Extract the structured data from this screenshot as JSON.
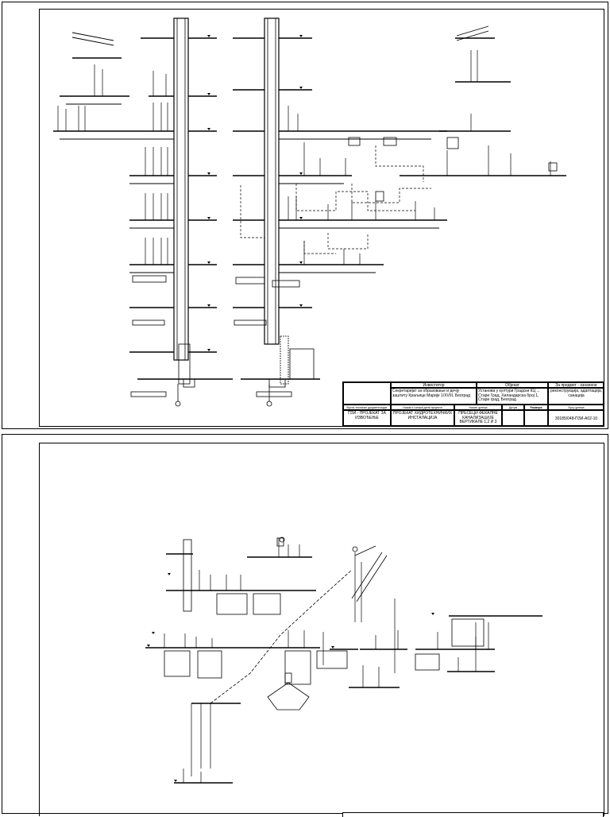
{
  "sheet1": {
    "titleblock": {
      "col1_header": "Инвеститор",
      "col2_header": "Објекат",
      "col3_header": "За предмет - означене радове",
      "investor": "Секретаријат за образовање и дечју заштиту Краљице Марије 1/XVIII, Београд",
      "object": "Установа у култури Градски КЦ ... Стари Град, Хиландарска број 1, Стари град, Београд",
      "purpose": "реконструкција, адаптација, санација",
      "label_doc_type": "Врста техничке документације",
      "label_part": "Назив и ознака дела пројекта",
      "label_drawing": "Назив цртежа",
      "label_date": "Датум",
      "label_scale": "Размера",
      "label_number": "Број цртежа",
      "doc_type": "ПЗИ - ПРОЈЕКАТ ЗА ИЗВОЂЕЊЕ",
      "part": "ПРОЈЕКАТ ХИДРОТЕХНИЧКИХ ИНСТАЛАЦИЈА",
      "drawing": "ПРЕСЕЦИ ФЕКАЛНЕ КАНАЛИЗАЦИЈЕ ВЕРТИКАЛЕ 1,2 И 3",
      "date": "",
      "scale": "",
      "number": "30185/048-ПЗИ-А02-10"
    }
  }
}
